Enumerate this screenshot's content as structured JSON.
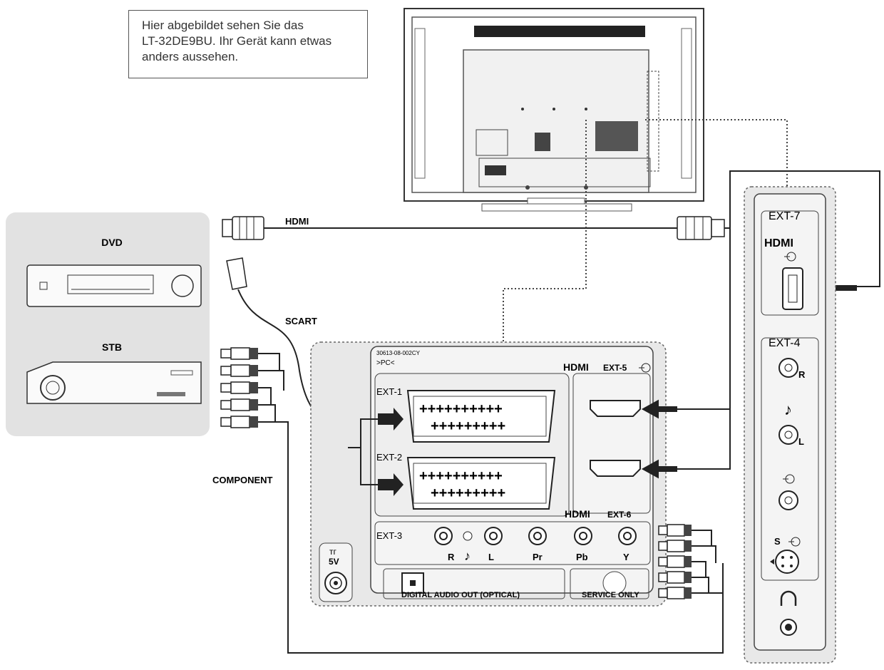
{
  "note": {
    "line1": "Hier abgebildet sehen Sie das",
    "line2": "LT-32DE9BU. Ihr Gerät kann etwas",
    "line3": "anders aussehen."
  },
  "devices": {
    "dvd": "DVD",
    "stb": "STB"
  },
  "cables": {
    "hdmi": "HDMI",
    "scart": "SCART",
    "component": "COMPONENT"
  },
  "panel": {
    "code": "30613-08-002CY",
    "pc_tag": ">PC<",
    "hdmi_logo": "HDMI",
    "ext5": "EXT-5",
    "ext6": "EXT-6",
    "ext1": "EXT-1",
    "ext2": "EXT-2",
    "ext3": "EXT-3",
    "scart_pins_top": "++++++++++",
    "scart_pins_bottom": "+++++++++",
    "label_r": "R",
    "label_l": "L",
    "label_pr": "Pr",
    "label_pb": "Pb",
    "label_y": "Y",
    "antenna_5v": "5V",
    "antenna_symbol": "ᴛᴦ",
    "optical": "DIGITAL AUDIO OUT (OPTICAL)",
    "service": "SERVICE ONLY"
  },
  "side_panel": {
    "ext7": "EXT-7",
    "hdmi_logo": "HDMI",
    "ext4": "EXT-4",
    "sub_r": "R",
    "sub_l": "L",
    "s_label": "S"
  },
  "colors": {
    "line": "#222222",
    "device_bg": "#e2e2e2",
    "panel_bg": "#e8e8e8",
    "box_bg": "#f4f4f4"
  }
}
